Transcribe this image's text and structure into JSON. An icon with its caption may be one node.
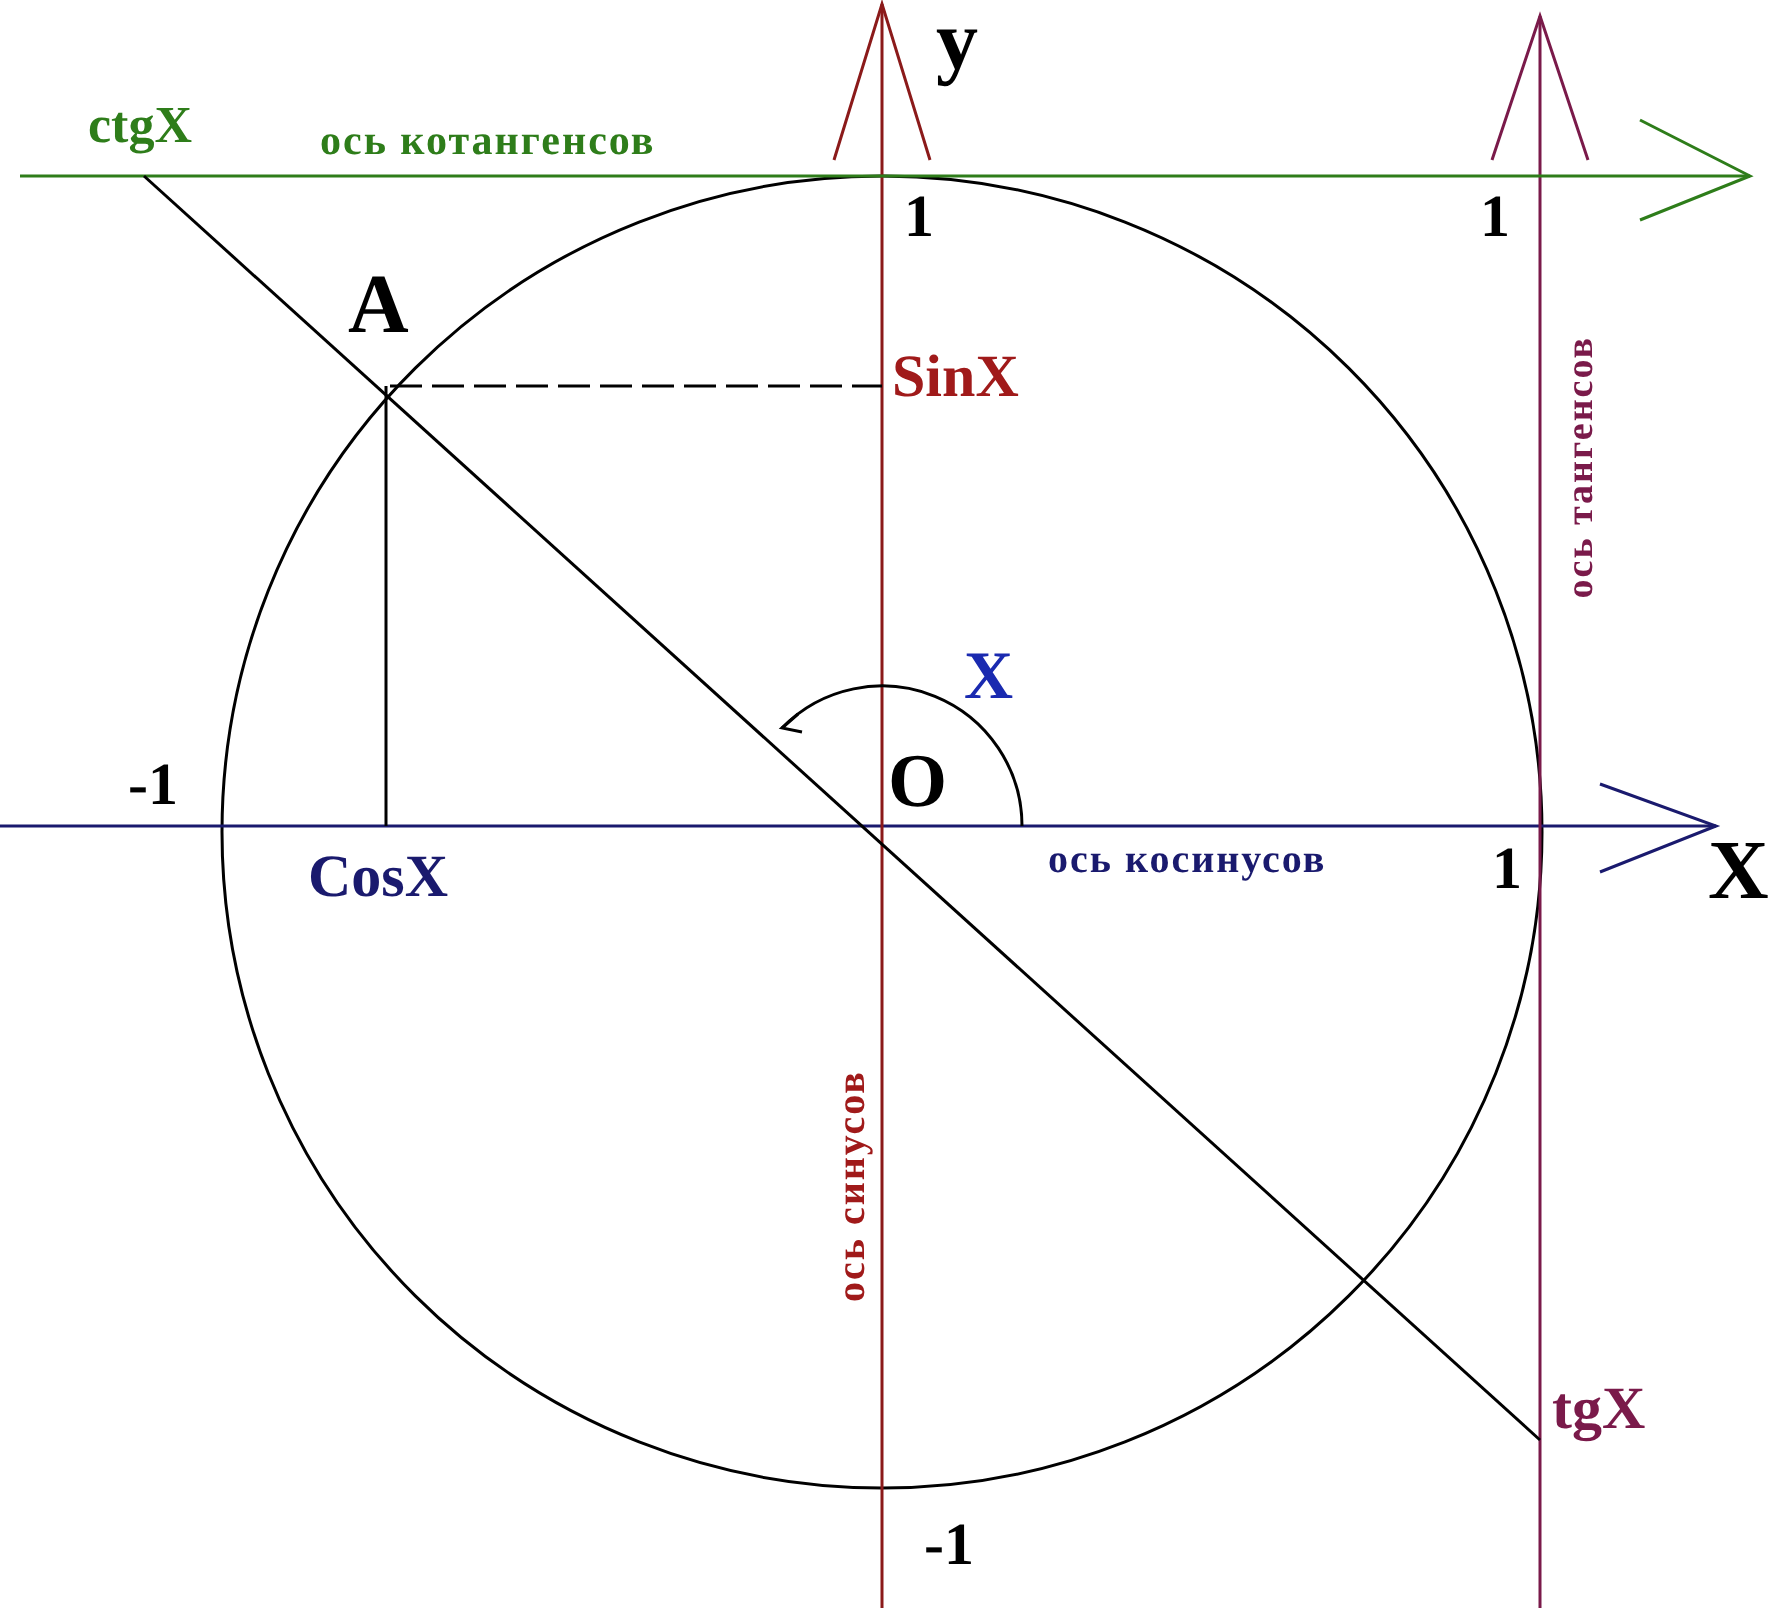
{
  "diagram": {
    "labels": [
      "y",
      "ctgX",
      "ось котангенсов",
      "1",
      "1",
      "A",
      "SinX",
      "ось тангенсов",
      "X",
      "-1",
      "O",
      "ось косинусов",
      "1",
      "X",
      "CosX",
      "ось синусов",
      "tgX",
      "-1"
    ]
  }
}
